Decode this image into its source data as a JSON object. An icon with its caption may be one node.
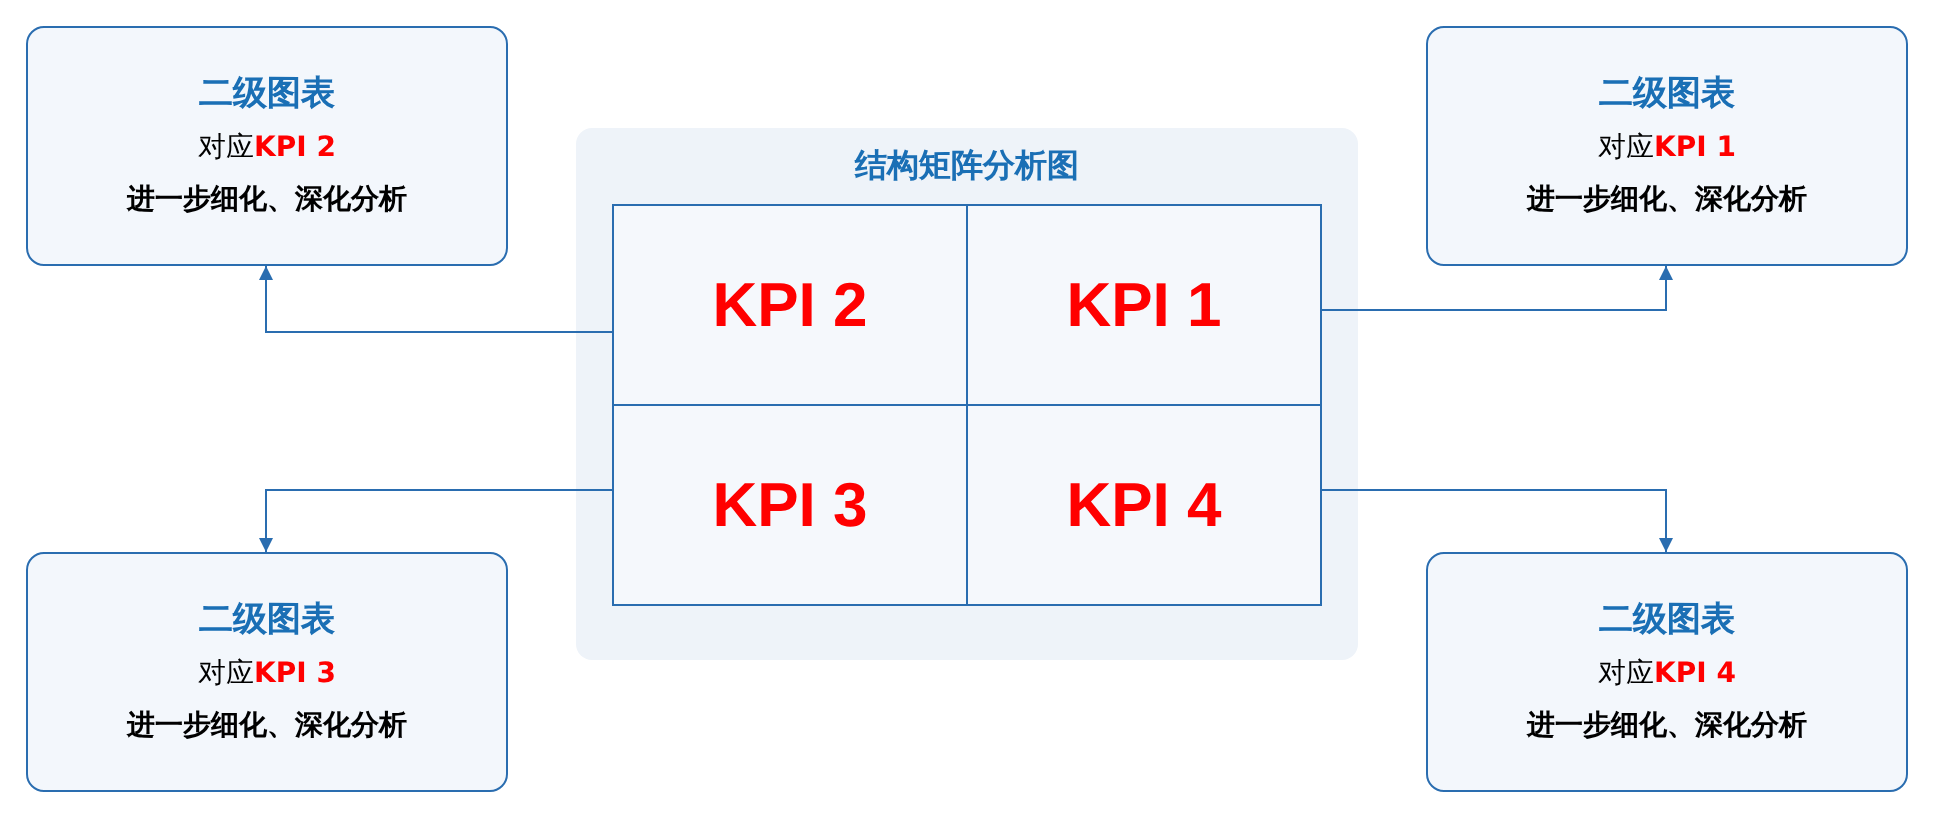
{
  "diagram": {
    "nodes": [
      {
        "text": [
          "结构矩阵分析图"
        ]
      },
      {
        "text": [
          "KPI 2"
        ],
        "in": 0
      },
      {
        "text": [
          "KPI 1"
        ],
        "in": 0
      },
      {
        "text": [
          "KPI 3"
        ],
        "in": 0
      },
      {
        "text": [
          "KPI 4"
        ],
        "in": 0
      },
      {
        "text": [
          "二级图表",
          "对应**KPI 2**",
          "进一步细化、深化分析"
        ]
      },
      {
        "text": [
          "二级图表",
          "对应**KPI 1**",
          "进一步细化、深化分析"
        ]
      },
      {
        "text": [
          "二级图表",
          "对应**KPI 3**",
          "进一步细化、深化分析"
        ]
      },
      {
        "text": [
          "二级图表",
          "对应**KPI 4**",
          "进一步细化、深化分析"
        ]
      }
    ],
    "edges": [
      {
        "from": 1,
        "to": 5,
        "arrow": "to"
      },
      {
        "from": 2,
        "to": 6,
        "arrow": "to"
      },
      {
        "from": 3,
        "to": 7,
        "arrow": "to"
      },
      {
        "from": 4,
        "to": 8,
        "arrow": "to"
      }
    ]
  }
}
